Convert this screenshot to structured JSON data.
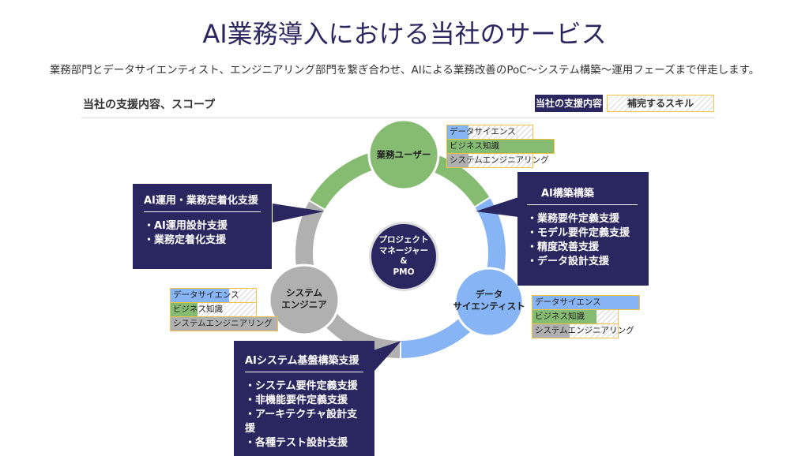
{
  "header": {
    "title": "AI業務導入における当社のサービス",
    "subtitle": "業務部門とデータサイエンティスト、エンジニアリング部門を繋ぎ合わせ、AIによる業務改善のPoC～システム構築～運用フェーズまで伴走します。"
  },
  "section": {
    "title": "当社の支援内容、スコープ",
    "legend": {
      "ours_label": "当社の支援内容",
      "skill_label": "補完するスキル"
    }
  },
  "colors": {
    "navy": "#2a2660",
    "green": "#86bb72",
    "blue": "#86b4f5",
    "gray": "#b0b0b0",
    "gold": "#f5c342"
  },
  "nodes": {
    "business_user": {
      "label": "業務ユーザー"
    },
    "data_scientist": {
      "label_line1": "データ",
      "label_line2": "サイエンティスト"
    },
    "system_engineer": {
      "label_line1": "システム",
      "label_line2": "エンジニア"
    },
    "center": {
      "line1": "プロジェクト",
      "line2": "マネージャー",
      "line3": "&",
      "line4": "PMO"
    }
  },
  "callouts": {
    "ops": {
      "title": "AI運用・業務定着化支援",
      "items": [
        "・AI運用設計支援",
        "・業務定着化支援"
      ]
    },
    "build": {
      "title": "AI構築構築",
      "items": [
        "・業務要件定義支援",
        "・モデル要件定義支援",
        "・精度改善支援",
        "・データ設計支援"
      ]
    },
    "infra": {
      "title": "AIシステム基盤構築支援",
      "items": [
        "・システム要件定義支援",
        "・非機能要件定義支援",
        "・アーキテクチャ設計支援",
        "・各種テスト設計支援"
      ]
    }
  },
  "skill_charts": {
    "business_user": [
      {
        "label": "データサイエンス",
        "level": 0.2,
        "color": "#86b4f5"
      },
      {
        "label": "ビジネス知識",
        "level": 1.0,
        "color": "#86bb72"
      },
      {
        "label": "システムエンジニアリング",
        "level": 0.2,
        "color": "#b0b0b0"
      }
    ],
    "system_engineer": [
      {
        "label": "データサイエンス",
        "level": 0.55,
        "color": "#86b4f5"
      },
      {
        "label": "ビジネス知識",
        "level": 0.25,
        "color": "#86bb72"
      },
      {
        "label": "システムエンジニアリング",
        "level": 1.0,
        "color": "#b0b0b0"
      }
    ],
    "data_scientist": [
      {
        "label": "データサイエンス",
        "level": 1.0,
        "color": "#86b4f5"
      },
      {
        "label": "ビジネス知識",
        "level": 0.6,
        "color": "#86bb72"
      },
      {
        "label": "システムエンジニアリング",
        "level": 0.35,
        "color": "#b0b0b0"
      }
    ]
  }
}
